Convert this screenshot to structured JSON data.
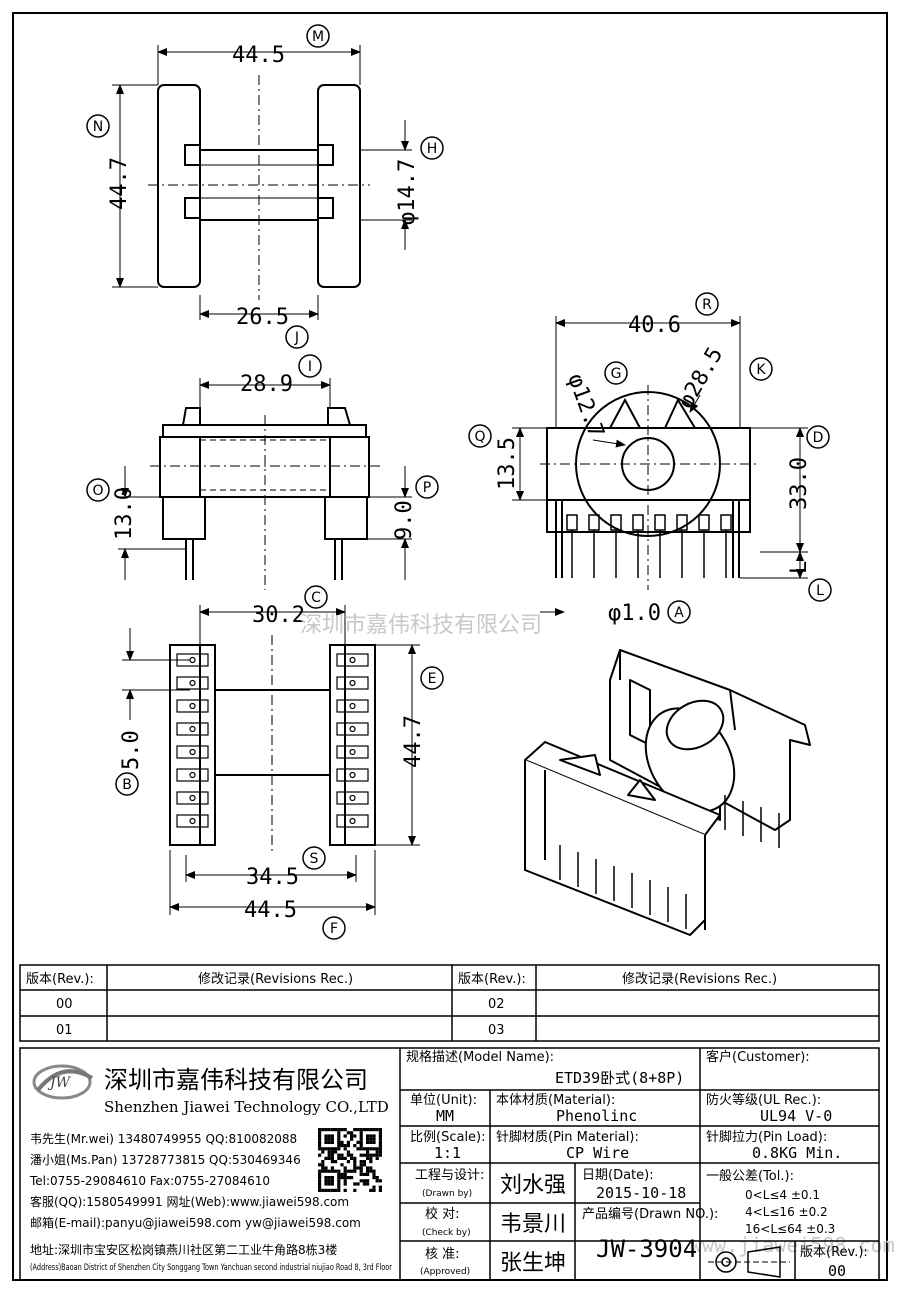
{
  "dimensions": {
    "M": "44.5",
    "N": "44.7",
    "H": "φ14.7",
    "J": "26.5",
    "I": "28.9",
    "O": "13.0",
    "P": "9.0",
    "R": "40.6",
    "G": "φ12.7",
    "K": "φ28.5",
    "Q": "13.5",
    "D": "33.0",
    "L": "L",
    "A": "φ1.0",
    "C": "30.2",
    "B": "5.0",
    "E": "44.7",
    "S": "34.5",
    "F": "44.5"
  },
  "markers": [
    "M",
    "N",
    "H",
    "J",
    "I",
    "O",
    "P",
    "R",
    "G",
    "K",
    "Q",
    "D",
    "L",
    "A",
    "C",
    "B",
    "E",
    "S",
    "F"
  ],
  "watermark": "深圳市嘉伟科技有限公司",
  "watermark_url": "www.jiawei598.com",
  "revisions": {
    "rev_header": "版本(Rev.):",
    "rec_header": "修改记录(Revisions Rec.)",
    "rows_left": [
      "00",
      "01"
    ],
    "rows_right": [
      "02",
      "03"
    ]
  },
  "company": {
    "logo_text": "JW",
    "name_cn": "深圳市嘉伟科技有限公司",
    "name_en": "Shenzhen Jiawei Technology CO.,LTD",
    "contacts": [
      "韦先生(Mr.wei) 13480749955 QQ:810082088",
      "潘小姐(Ms.Pan) 13728773815 QQ:530469346",
      "Tel:0755-29084610      Fax:0755-27084610",
      "客服(QQ):1580549991    网址(Web):www.jiawei598.com",
      "邮箱(E-mail):panyu@jiawei598.com  yw@jiawei598.com"
    ],
    "address_cn": "地址:深圳市宝安区松岗镇燕川社区第二工业牛角路8栋3楼",
    "address_en": "(Address)Baoan District of Shenzhen City Songgang Town Yanchuan  second industrial niujiao Road 8, 3rd Floor"
  },
  "title_block": {
    "model_label": "规格描述(Model Name):",
    "model_value": "ETD39卧式(8+8P)",
    "customer_label": "客户(Customer):",
    "customer_value": "",
    "unit_label": "单位(Unit):",
    "unit_value": "MM",
    "material_label": "本体材质(Material):",
    "material_value": "Phenolinc",
    "ul_label": "防火等级(UL Rec.):",
    "ul_value": "UL94 V-0",
    "scale_label": "比例(Scale):",
    "scale_value": "1:1",
    "pin_material_label": "针脚材质(Pin Material):",
    "pin_material_value": "CP Wire",
    "pin_load_label": "针脚拉力(Pin Load):",
    "pin_load_value": "0.8KG Min.",
    "drawn_label_cn": "工程与设计:",
    "drawn_label_en": "(Drawn by)",
    "drawn_value": "刘水强",
    "check_label_cn": "校  对:",
    "check_label_en": "(Check by)",
    "check_value": "韦景川",
    "approved_label_cn": "核  准:",
    "approved_label_en": "(Approved)",
    "approved_value": "张生坤",
    "date_label": "日期(Date):",
    "date_value": "2015-10-18",
    "drawn_no_label": "产品编号(Drawn NO.):",
    "drawn_no_value": "JW-3904",
    "tol_label": "一般公差(Tol.):",
    "tol_rows": [
      "0<L≤4    ±0.1",
      "4<L≤16   ±0.2",
      "16<L≤64  ±0.3"
    ],
    "rev_label": "版本(Rev.):",
    "rev_value": "00"
  }
}
